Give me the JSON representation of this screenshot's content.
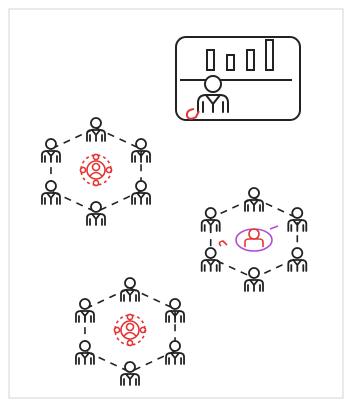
{
  "colors": {
    "line": "#222222",
    "accent": "#e23636",
    "accent_soft": "#b04bd6",
    "frame": "#d6d6d6"
  },
  "icons": {
    "presenter": "presenter-at-board-icon",
    "person": "person-icon",
    "group": "hexagon-group-icon",
    "leader": "center-leader-icon",
    "pointer": "click-pointer-icon"
  },
  "presentation_board": {
    "bar_count": 4
  },
  "groups": [
    {
      "members": 6
    },
    {
      "members": 6
    },
    {
      "members": 6
    }
  ]
}
